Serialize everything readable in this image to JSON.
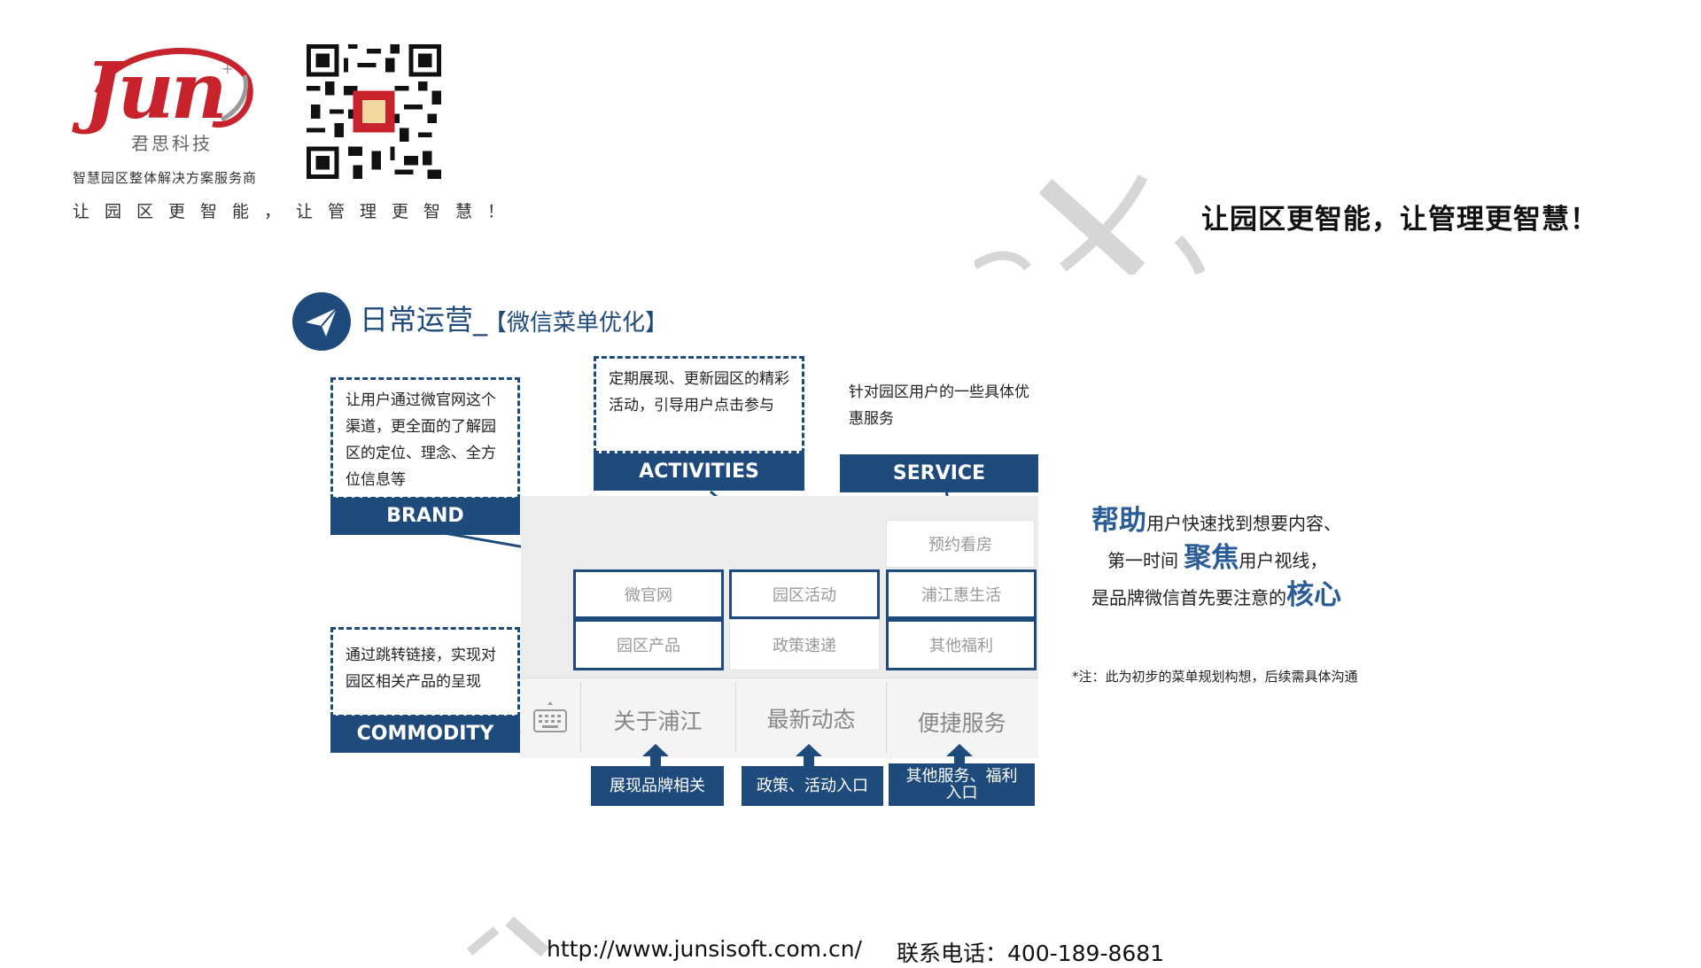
{
  "header": {
    "logo_mark": "Jun",
    "company_cn": "君思科技",
    "tagline": "智慧园区整体解决方案服务商",
    "slogan_spaced": "让园区更智能，让管理更智慧！",
    "slogan_right": "让园区更智能，让管理更智慧！"
  },
  "section": {
    "title": "日常运营_",
    "subtitle": "【微信菜单优化】"
  },
  "callouts": {
    "brand_text": "让用户通过微官网这个渠道，更全面的了解园区的定位、理念、全方位信息等",
    "activities_text": "定期展现、更新园区的精彩活动，引导用户点击参与",
    "service_text": "针对园区用户的一些具体优惠服务",
    "commodity_text": "通过跳转链接，实现对园区相关产品的呈现"
  },
  "tags": {
    "brand": "BRAND",
    "activities": "ACTIVITIES",
    "service": "SERVICE",
    "commodity": "COMMODITY"
  },
  "menu": {
    "col1": [
      "微官网",
      "园区产品"
    ],
    "col2": [
      "园区活动",
      "政策速递"
    ],
    "col3": [
      "预约看房",
      "浦江惠生活",
      "其他福利"
    ],
    "bottom": [
      "关于浦江",
      "最新动态",
      "便捷服务"
    ]
  },
  "entry_boxes": [
    "展现品牌相关",
    "政策、活动入口",
    "其他服务、福利入口"
  ],
  "right_copy": {
    "line1_em": "帮助",
    "line1_rest": "用户快速找到想要内容、",
    "line2_pre": "第一时间",
    "line2_em": "聚焦",
    "line2_rest": "用户视线，",
    "line3_pre": "是品牌微信首先要注意的",
    "line3_em": "核心",
    "note": "*注：此为初步的菜单规划构想，后续需具体沟通"
  },
  "footer": {
    "url": "http://www.junsisoft.com.cn/",
    "phone": "联系电话：400-189-8681"
  },
  "colors": {
    "brand_blue": "#1e4a7c",
    "logo_red": "#c8232c",
    "emphasis_blue": "#2a5d97"
  },
  "icons": [
    "qr-code-icon",
    "paper-plane-icon",
    "keyboard-icon",
    "arrow-up-icon"
  ]
}
